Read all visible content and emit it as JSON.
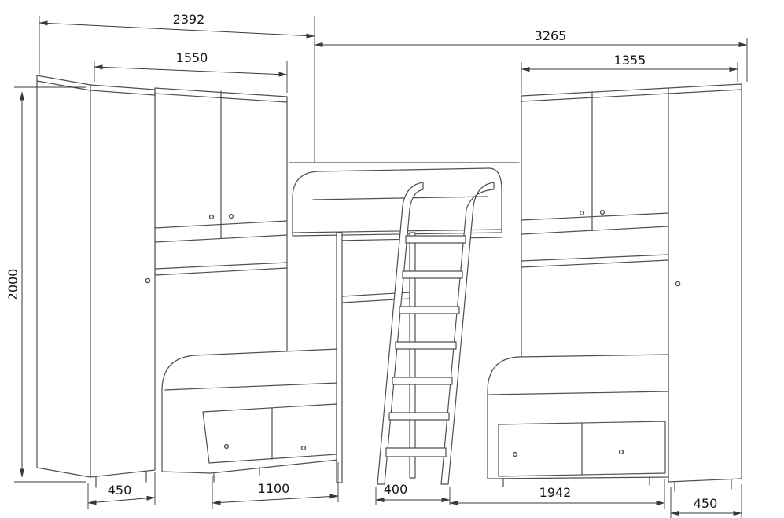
{
  "colors": {
    "background": "#ffffff",
    "furniture_line": "#4f4f4f",
    "dimension_line": "#383838",
    "text": "#161616"
  },
  "dimensions": {
    "top_left_width": "2392",
    "top_right_width": "3265",
    "left_cabinets_width": "1550",
    "right_cabinets_width": "1355",
    "overall_height": "2000",
    "left_wardrobe_width": "450",
    "left_bed_length": "1100",
    "ladder_width": "400",
    "right_bed_length": "1942",
    "right_wardrobe_width": "450"
  }
}
